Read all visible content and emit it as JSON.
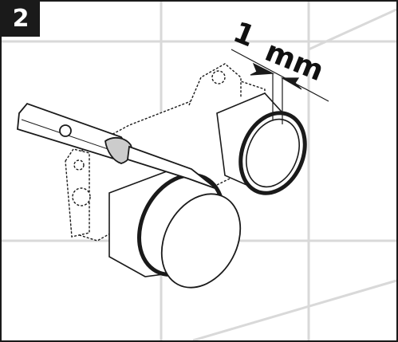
{
  "step": {
    "number": "2"
  },
  "measurement": {
    "value": "1",
    "unit": "mm"
  },
  "colors": {
    "line": "#1a1a1a",
    "tile_grout": "#d9d9d9",
    "background": "#ffffff",
    "badge": "#1a1a1a"
  },
  "icons": {
    "tool": "screwdriver-icon"
  }
}
